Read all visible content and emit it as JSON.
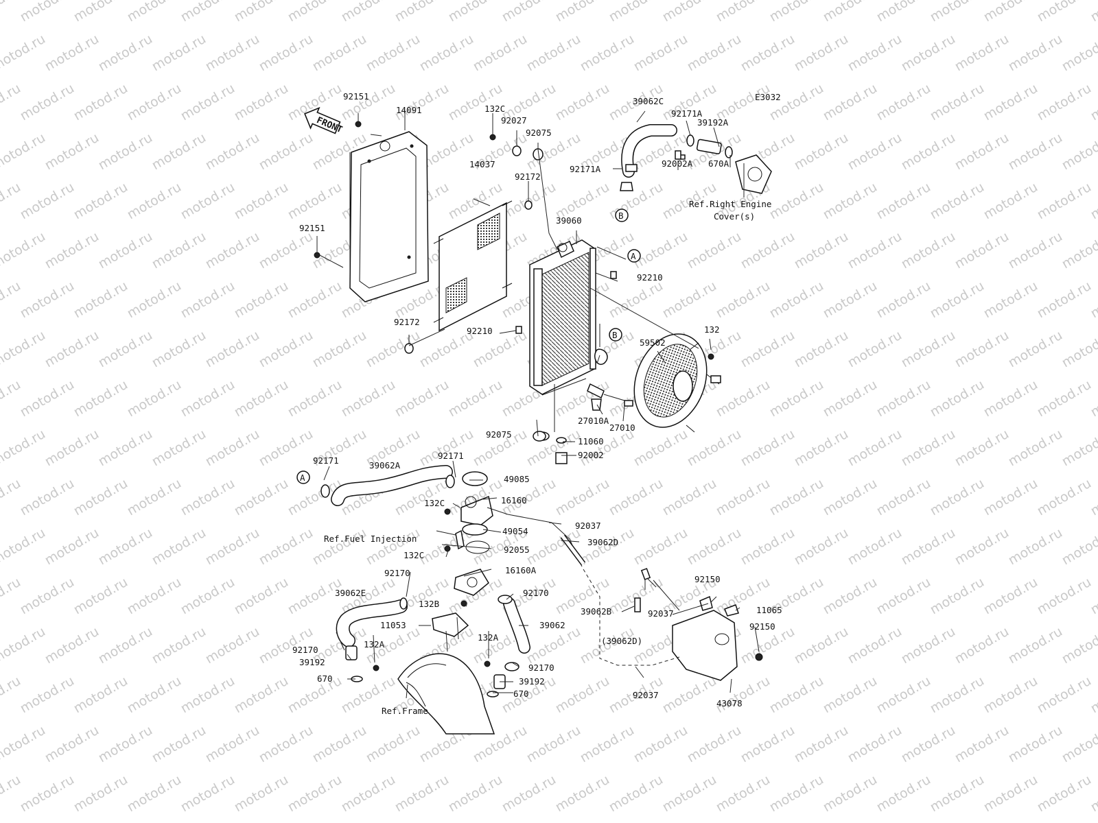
{
  "diagram_code": "E3032",
  "front_arrow": "FRONT",
  "watermark": "motod.ru",
  "labels": {
    "p92151_top": "92151",
    "p14091": "14091",
    "p132C_top": "132C",
    "p92027": "92027",
    "p92075_top": "92075",
    "p92172_top": "92172",
    "p14037": "14037",
    "p92151_left": "92151",
    "p92172_bot": "92172",
    "p92210_left": "92210",
    "p39060": "39060",
    "p92210_right": "92210",
    "p39062C": "39062C",
    "p92171A_top": "92171A",
    "p39192A": "39192A",
    "p92171A_left": "92171A",
    "p92002A": "92002A",
    "p670A": "670A",
    "ref_engine_1": "Ref.Right Engine",
    "ref_engine_2": "Cover(s)",
    "p132": "132",
    "p59502": "59502",
    "p27010A": "27010A",
    "p27010": "27010",
    "p92075_bot": "92075",
    "p11060": "11060",
    "p92002": "92002",
    "p92171_left": "92171",
    "p39062A": "39062A",
    "p92171_mid": "92171",
    "p49085": "49085",
    "p132C_mid": "132C",
    "p16160": "16160",
    "p49054": "49054",
    "p92037_mid": "92037",
    "ref_fuel": "Ref.Fuel Injection",
    "p39062D": "39062D",
    "p92055": "92055",
    "p132C_low": "132C",
    "p16160A": "16160A",
    "p92170_a": "92170",
    "p92170_b": "92170",
    "p39062E": "39062E",
    "p132B": "132B",
    "p11053": "11053",
    "p39062": "39062",
    "p92170_c": "92170",
    "p132A_left": "132A",
    "p39192_left": "39192",
    "p670_left": "670",
    "p132A_right": "132A",
    "p92170_d": "92170",
    "p39192_right": "39192",
    "p670_right": "670",
    "ref_frame": "Ref.Frame",
    "p39062B": "39062B",
    "p39062D_paren": "(39062D)",
    "p92037_right": "92037",
    "p92037_bot": "92037",
    "p92150_top": "92150",
    "p11065": "11065",
    "p92150_right": "92150",
    "p43078": "43078"
  },
  "callouts": {
    "A_top": "A",
    "B_top": "B",
    "B_mid": "B",
    "A_left": "A"
  }
}
